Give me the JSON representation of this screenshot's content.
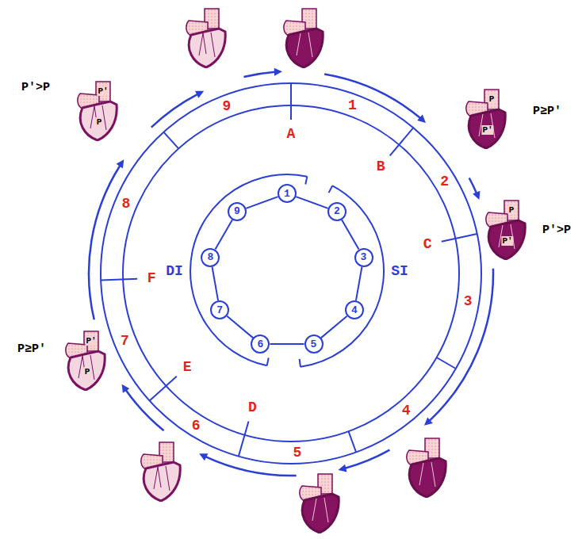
{
  "diagram": {
    "nodes": [
      {
        "text": [
          "1"
        ]
      },
      {
        "text": [
          "2"
        ]
      },
      {
        "text": [
          "3"
        ]
      },
      {
        "text": [
          "4"
        ]
      },
      {
        "text": [
          "5"
        ]
      },
      {
        "text": [
          "6"
        ]
      },
      {
        "text": [
          "7"
        ]
      },
      {
        "text": [
          "8"
        ]
      },
      {
        "text": [
          "9"
        ]
      }
    ],
    "edges": [
      {
        "from": 0,
        "to": 1,
        "arrow": "none"
      },
      {
        "from": 1,
        "to": 2,
        "arrow": "none"
      },
      {
        "from": 2,
        "to": 3,
        "arrow": "none"
      },
      {
        "from": 3,
        "to": 4,
        "arrow": "none"
      },
      {
        "from": 4,
        "to": 5,
        "arrow": "none"
      },
      {
        "from": 5,
        "to": 6,
        "arrow": "none"
      },
      {
        "from": 6,
        "to": 7,
        "arrow": "none"
      },
      {
        "from": 7,
        "to": 8,
        "arrow": "none"
      },
      {
        "from": 8,
        "to": 0,
        "arrow": "none"
      }
    ],
    "labels": [
      "P'>P",
      "P'",
      "P",
      "9",
      "A",
      "1",
      "P≥P'",
      "P",
      "P'",
      "B",
      "2",
      "C",
      "P'>P",
      "P",
      "P'",
      "3",
      "4",
      "5",
      "D",
      "6",
      "E",
      "P≥P'",
      "P'",
      "P",
      "7",
      "F",
      "8",
      "DI",
      "SI"
    ]
  }
}
